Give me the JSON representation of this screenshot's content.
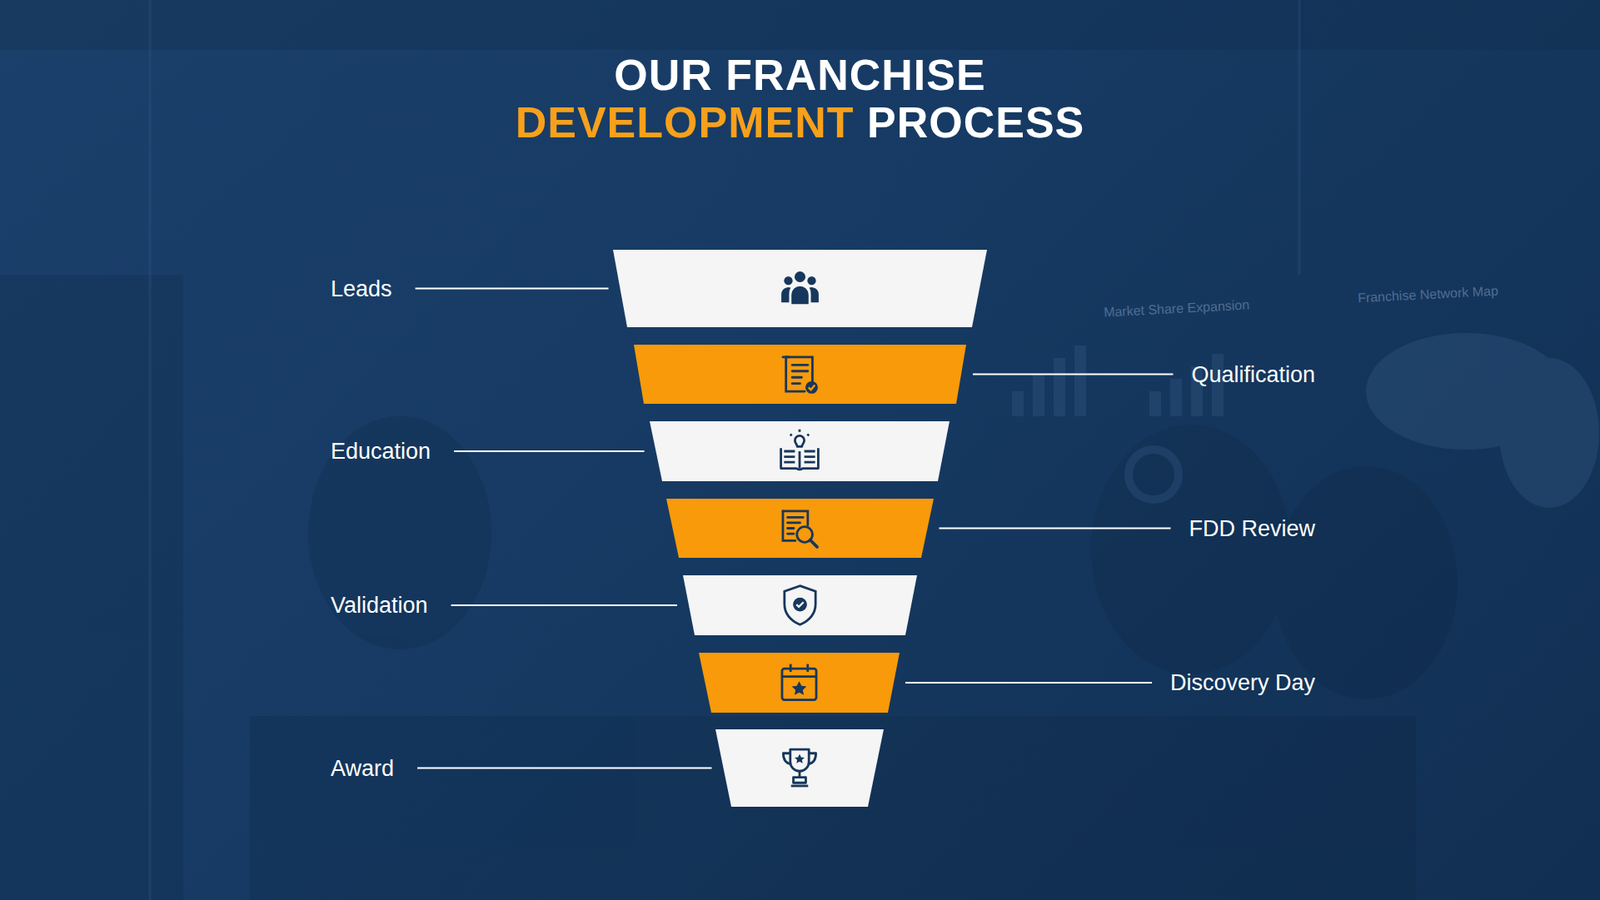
{
  "diagram": {
    "title": "OUR FRANCHISE DEVELOPMENT PROCESS",
    "nodes": [
      {
        "text": [
          "Leads"
        ]
      },
      {
        "text": [
          "Qualification"
        ]
      },
      {
        "text": [
          "Education"
        ]
      },
      {
        "text": [
          "FDD Review"
        ]
      },
      {
        "text": [
          "Validation"
        ]
      },
      {
        "text": [
          "Discovery Day"
        ]
      },
      {
        "text": [
          "Award"
        ]
      }
    ],
    "labels": [
      "Market Share Expansion",
      "Franchise Network Map"
    ]
  }
}
